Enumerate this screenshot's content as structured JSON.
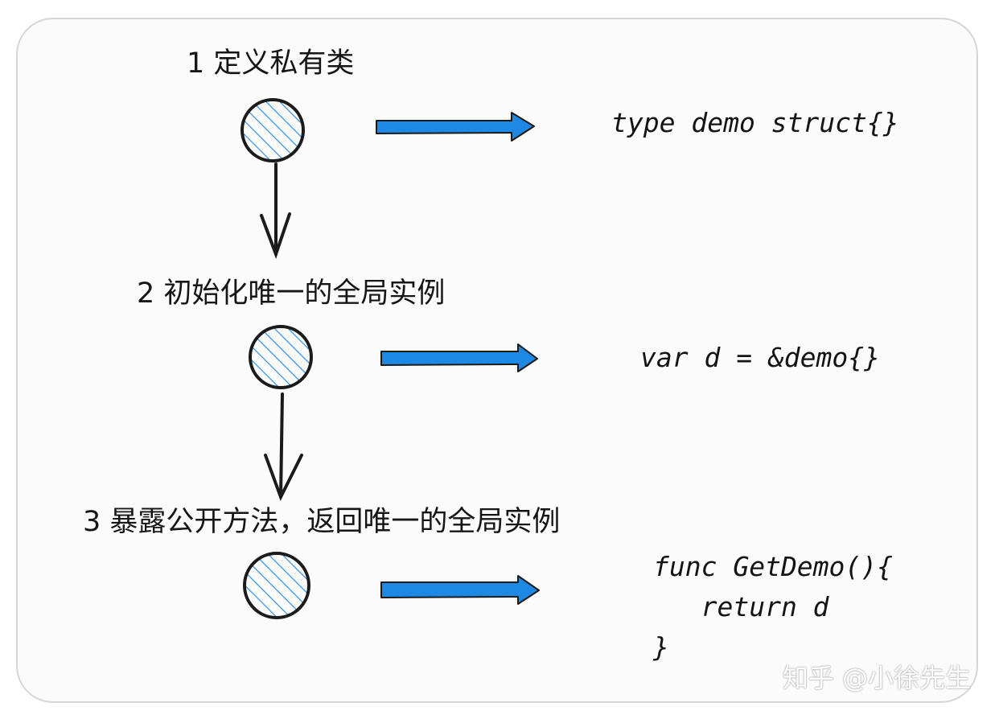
{
  "steps": [
    {
      "label": "1 定义私有类",
      "code": "type demo struct{}"
    },
    {
      "label": "2 初始化唯一的全局实例",
      "code": "var d = &demo{}"
    },
    {
      "label": "3 暴露公开方法，返回唯一的全局实例",
      "code": "func GetDemo(){\n   return d\n}"
    }
  ],
  "watermark": "知乎 @小徐先生",
  "colors": {
    "hatch": "#1e88e5",
    "arrow_fill": "#1e88e5",
    "stroke": "#1b1b1b",
    "frame_border": "#d6d6d6",
    "background": "#fbfbfb"
  }
}
